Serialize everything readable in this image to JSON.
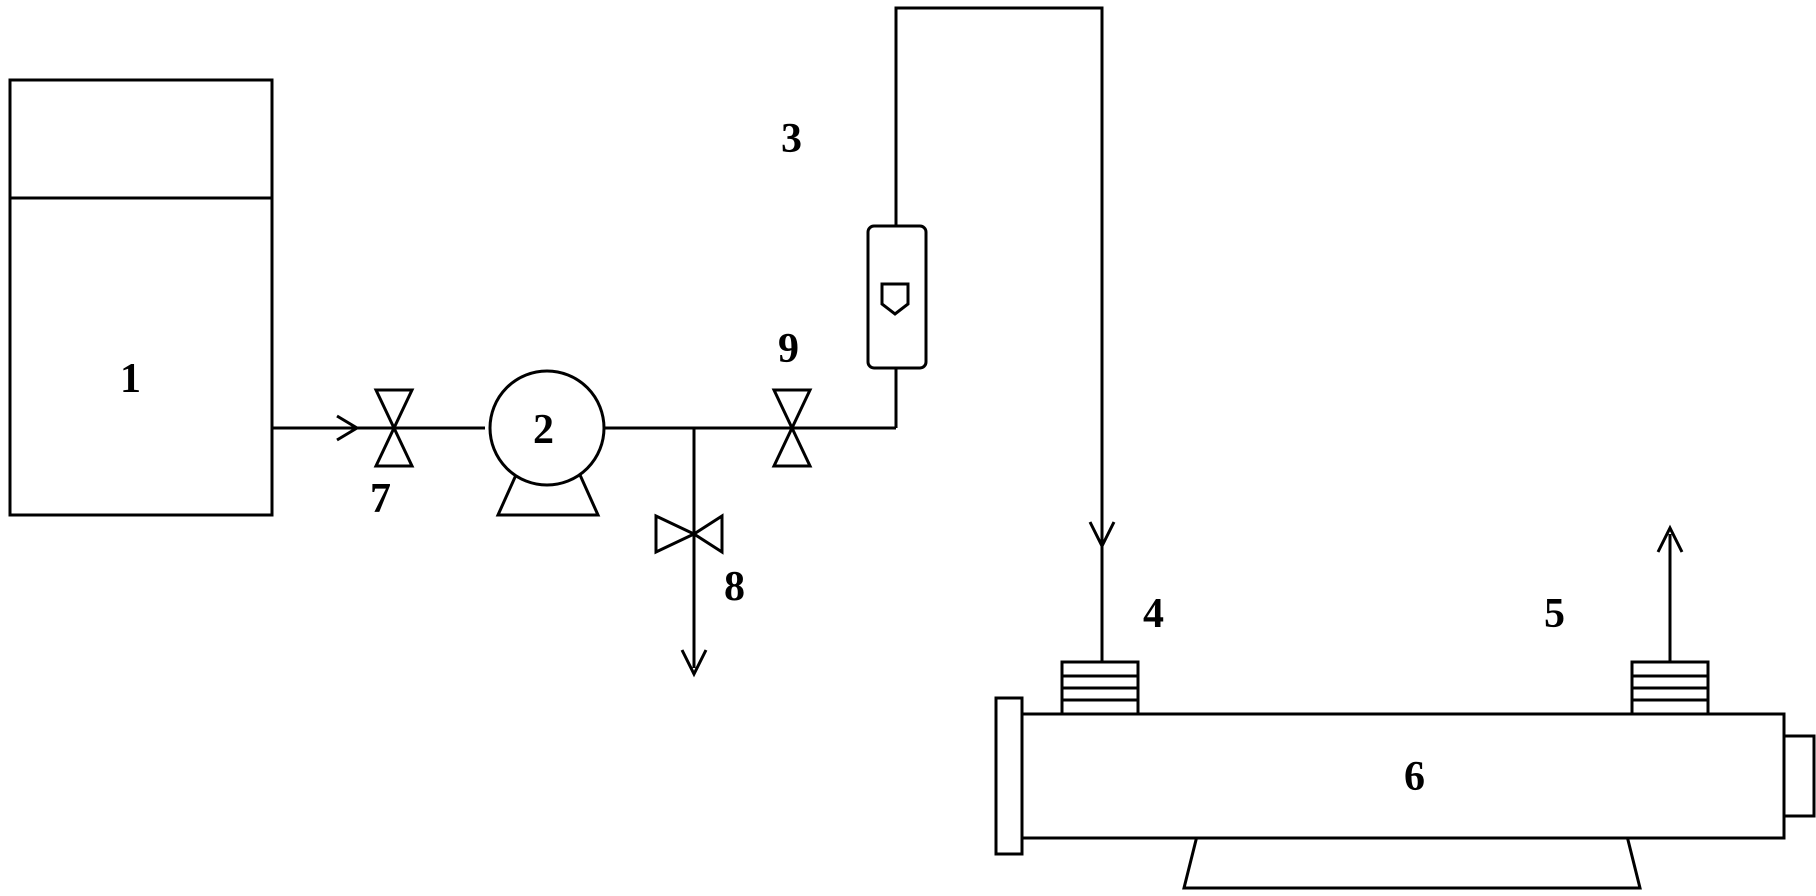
{
  "labels": {
    "tank": "1",
    "pump": "2",
    "flowmeter": "3",
    "inlet": "4",
    "outlet": "5",
    "reactor": "6",
    "valve_inlet": "7",
    "valve_drain": "8",
    "valve_feed": "9"
  },
  "colors": {
    "line": "#000000",
    "background": "#ffffff"
  }
}
